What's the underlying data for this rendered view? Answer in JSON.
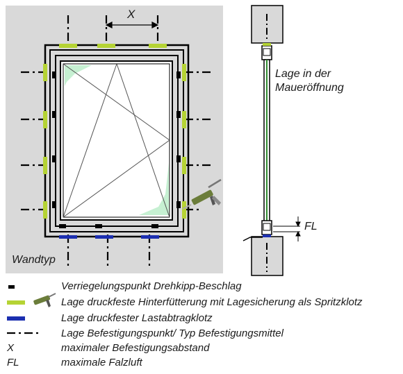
{
  "labels": {
    "x_dimension": "X",
    "wall_type": "Wandtyp",
    "section_caption_line1": "Lage in der",
    "section_caption_line2": "Maueröffnung",
    "fl_marker": "FL"
  },
  "legend": [
    {
      "symbol": "locking-point",
      "symbol_text": "",
      "text": "Verriegelungspunkt Drehkipp-Beschlag"
    },
    {
      "symbol": "green-bar",
      "symbol_text": "",
      "text": "Lage druckfeste Hinterfütterung mit Lagesicherung als Spritzklotz"
    },
    {
      "symbol": "blue-bar",
      "symbol_text": "",
      "text": "Lage druckfester Lastabtragklotz"
    },
    {
      "symbol": "dash-dot-line",
      "symbol_text": "",
      "text": "Lage Befestigungspunkt/ Typ Befestigungsmittel"
    },
    {
      "symbol": "text",
      "symbol_text": "X",
      "text": "maximaler Befestigungsabstand"
    },
    {
      "symbol": "text",
      "symbol_text": "FL",
      "text": "maximale Falzluft"
    }
  ],
  "colors": {
    "panel_bg": "#d9d9d9",
    "green": "#b5d334",
    "blue": "#1c2fb0",
    "glass_hint": "#c6f0d2",
    "line": "#000000"
  }
}
